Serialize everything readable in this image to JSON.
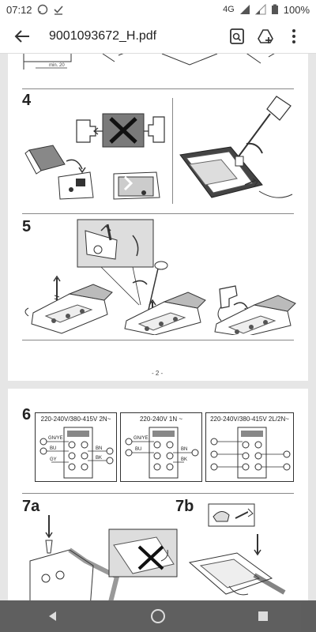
{
  "status": {
    "time": "07:12",
    "network": "4G",
    "battery": "100%"
  },
  "toolbar": {
    "title": "9001093672_H.pdf"
  },
  "document": {
    "page1": {
      "top_label": "min. 20",
      "steps": [
        "4",
        "5"
      ],
      "page_number": "- 2 -"
    },
    "page2": {
      "steps": [
        "6",
        "7a",
        "7b"
      ],
      "wiring": [
        {
          "caption": "220-240V/380-415V 2N~",
          "labels": [
            "GN/YE",
            "BU",
            "BN",
            "GY",
            "BK"
          ]
        },
        {
          "caption": "220-240V 1N ~",
          "labels": [
            "GN/YE",
            "BU",
            "BN",
            "BK"
          ]
        },
        {
          "caption": "220-240V/380-415V 2L/2N~",
          "labels": []
        }
      ]
    }
  },
  "colors": {
    "accent": "#1a73e8",
    "nav_bg": "#464646"
  }
}
